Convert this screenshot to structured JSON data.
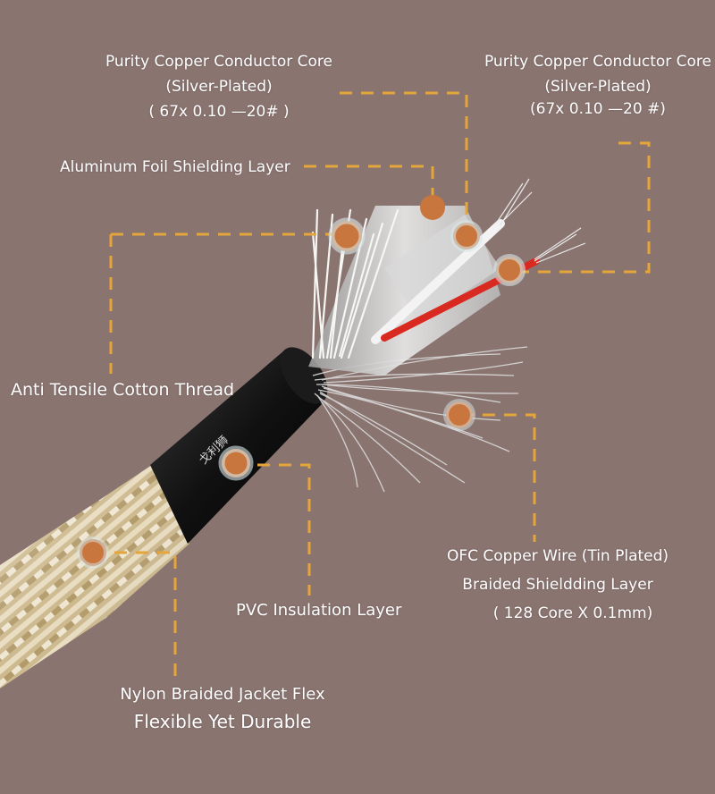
{
  "colors": {
    "background": "#8a7470",
    "leader_line": "#e4a63a",
    "marker_fill": "#c9763e",
    "label_text": "#ffffff"
  },
  "labels": {
    "core_left": {
      "line1": "Purity Copper Conductor Core",
      "line2": "(Silver-Plated)",
      "line3": "( 67x 0.10 —20# )"
    },
    "core_right": {
      "line1": "Purity Copper Conductor Core",
      "line2": "(Silver-Plated)",
      "line3": "(67x 0.10 —20 #)"
    },
    "foil": "Aluminum Foil Shielding Layer",
    "cotton": "Anti Tensile Cotton Thread",
    "braid_shield": {
      "line1": "OFC Copper Wire (Tin Plated)",
      "line2": "Braided Shieldding Layer",
      "line3": "( 128 Core X 0.1mm)"
    },
    "pvc": "PVC Insulation Layer",
    "nylon": {
      "line1": "Nylon Braided Jacket Flex",
      "line2": "Flexible Yet Durable"
    }
  },
  "cable_print": "戈利狮"
}
